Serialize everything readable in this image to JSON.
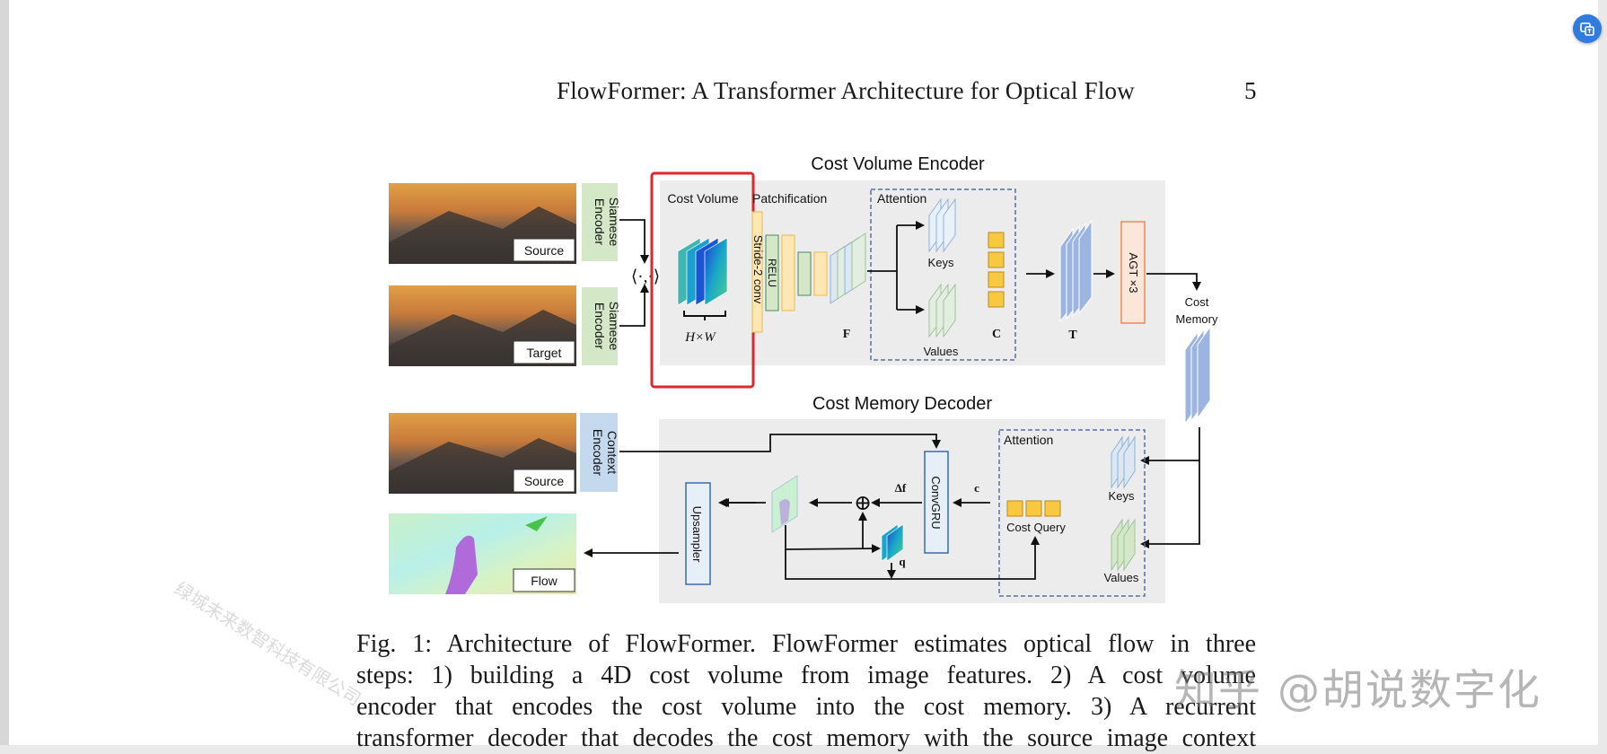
{
  "running_head": {
    "title": "FlowFormer: A Transformer Architecture for Optical Flow",
    "page_number": "5"
  },
  "figure": {
    "encoder_title": "Cost Volume Encoder",
    "decoder_title": "Cost Memory Decoder",
    "image_labels": {
      "source": "Source",
      "target": "Target",
      "source2": "Source",
      "flow": "Flow"
    },
    "encoders": {
      "siamese_1": "Siamese Encoder",
      "siamese_2": "Siamese Encoder",
      "context": "Context Encoder"
    },
    "dot_product": "⟨·,·⟩",
    "cost_volume": {
      "label": "Cost Volume",
      "dims": "H×W"
    },
    "patchification": {
      "label": "Patchification",
      "stride_conv": "Stride-2 conv",
      "relu": "RELU",
      "f": "F"
    },
    "enc_attention": {
      "label": "Attention",
      "keys": "Keys",
      "values": "Values",
      "c": "C"
    },
    "t_label": "T",
    "agt": "AGT ×3",
    "cost_memory": "Cost Memory",
    "dec_attention": {
      "label": "Attention",
      "keys": "Keys",
      "values": "Values",
      "cost_query": "Cost Query"
    },
    "convgru": "ConvGRU",
    "upsampler": "Upsampler",
    "delta_f": "Δf",
    "c_small": "c",
    "q_small": "q",
    "plus": "⊕",
    "diag_watermark": "绿城未来数智科技有限公司"
  },
  "caption": {
    "line1": "Fig. 1: Architecture of FlowFormer. FlowFormer estimates optical flow in three",
    "line2": "steps: 1) building a 4D cost volume from image features. 2) A cost volume",
    "line3": "encoder that encodes the cost volume into the cost memory. 3) A recurrent",
    "line4": "transformer decoder that decodes the cost memory with the source image context"
  },
  "watermark": "知乎 @胡说数字化",
  "colors": {
    "highlight": "#e0262b",
    "siamese": "#d4e8c8",
    "context": "#c4d8ee",
    "panel": "#ececec",
    "agt": "#f08a50",
    "dashed": "#5a6fa8"
  }
}
